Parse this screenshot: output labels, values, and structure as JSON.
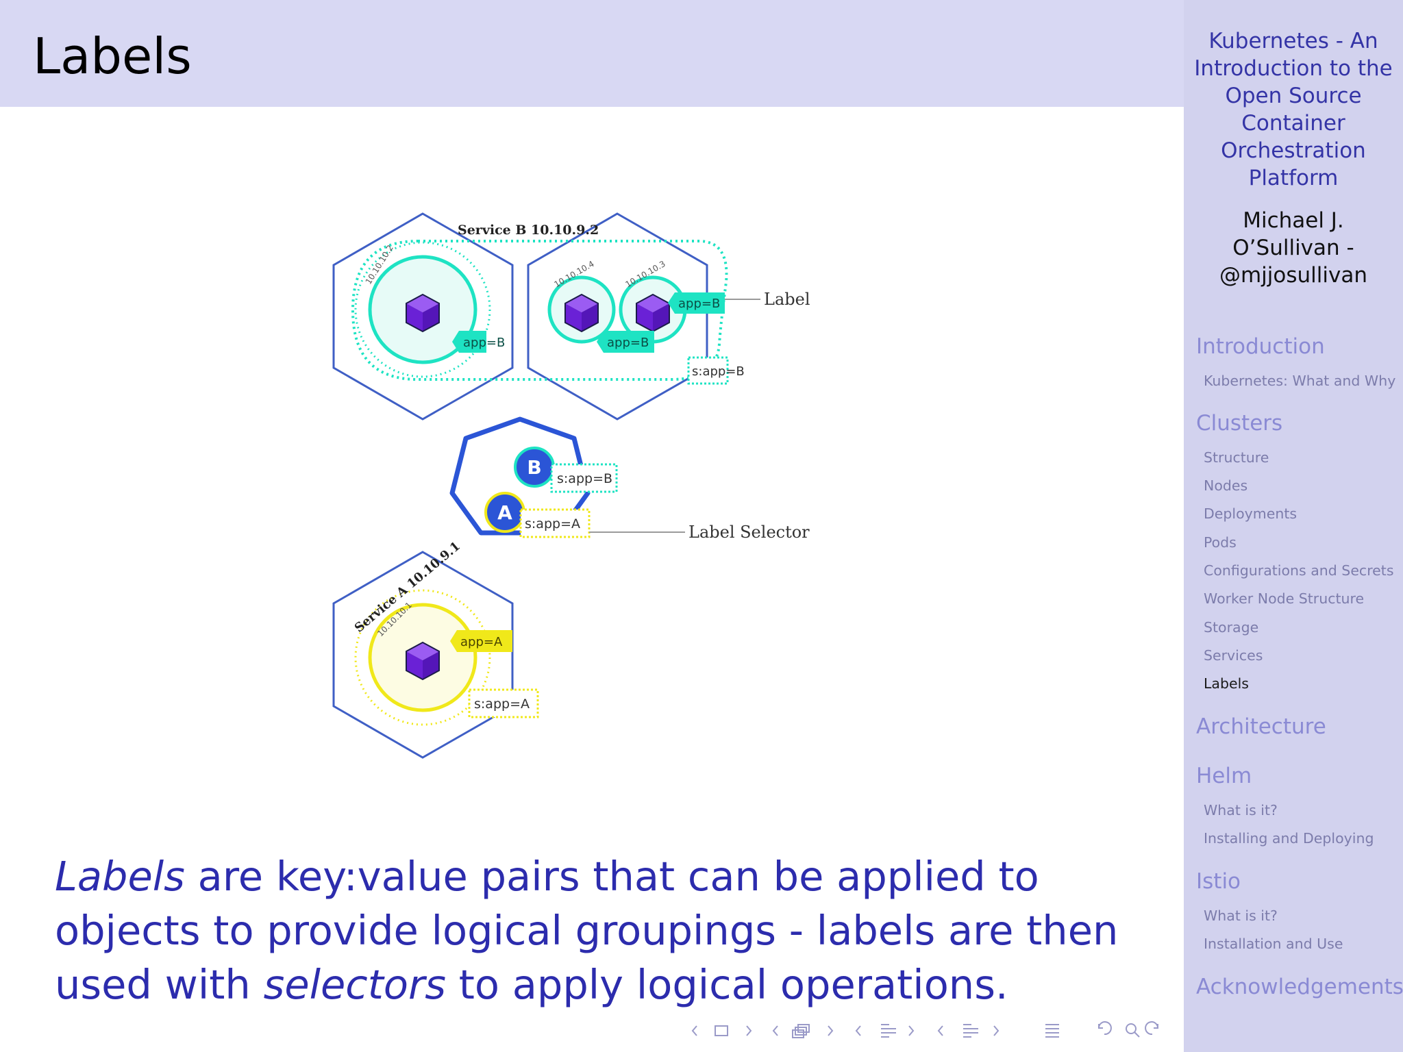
{
  "slide": {
    "title": "Labels"
  },
  "sidebar": {
    "talk_title_lines": [
      "Kubernetes - An",
      "Introduction to the",
      "Open Source",
      "Container",
      "Orchestration",
      "Platform"
    ],
    "author_lines": [
      "Michael J.",
      "O’Sullivan -",
      "@mjjosullivan"
    ],
    "sections": [
      {
        "label": "Introduction",
        "items": [
          "Kubernetes: What and Why"
        ]
      },
      {
        "label": "Clusters",
        "items": [
          "Structure",
          "Nodes",
          "Deployments",
          "Pods",
          "Configurations and Secrets",
          "Worker Node Structure",
          "Storage",
          "Services",
          "Labels"
        ]
      },
      {
        "label": "Architecture",
        "items": []
      },
      {
        "label": "Helm",
        "items": [
          "What is it?",
          "Installing and Deploying"
        ]
      },
      {
        "label": "Istio",
        "items": [
          "What is it?",
          "Installation and Use"
        ]
      },
      {
        "label": "Acknowledgements",
        "items": []
      }
    ],
    "current_item": "Labels"
  },
  "diagram": {
    "service_b_label": "Service B 10.10.9.2",
    "service_a_label": "Service A 10.10.9.1",
    "pod_ips": {
      "b1": "10.10.10.2",
      "b2": "10.10.10.4",
      "b3": "10.10.10.3",
      "a1": "10.10.10.1"
    },
    "label_app_b": "app=B",
    "label_app_a": "app=A",
    "selector_b": "s:app=B",
    "selector_a": "s:app=A",
    "icon_b": "B",
    "icon_a": "A",
    "callout_label": "Label",
    "callout_selector": "Label Selector",
    "colors": {
      "hex_stroke": "#3f5fc5",
      "teal": "#1ee3c3",
      "yellow": "#f0e81a",
      "cube": "#7b2fe0",
      "blue": "#2b55d6"
    }
  },
  "body": {
    "em1": "Labels",
    "text1": " are key:value pairs that can be applied to objects to provide logical groupings - labels are then used with ",
    "em2": "selectors",
    "text2": " to apply logical operations."
  },
  "nav_icons": [
    "arrow-left-icon",
    "frame-icon",
    "arrow-right-icon",
    "arrow-left-icon",
    "subsection-icon",
    "arrow-right-icon",
    "arrow-left-icon",
    "section-icon",
    "arrow-right-icon",
    "arrow-left-icon",
    "toc-icon",
    "arrow-right-icon",
    "align-icon",
    "undo-icon",
    "search-icon",
    "redo-icon"
  ]
}
